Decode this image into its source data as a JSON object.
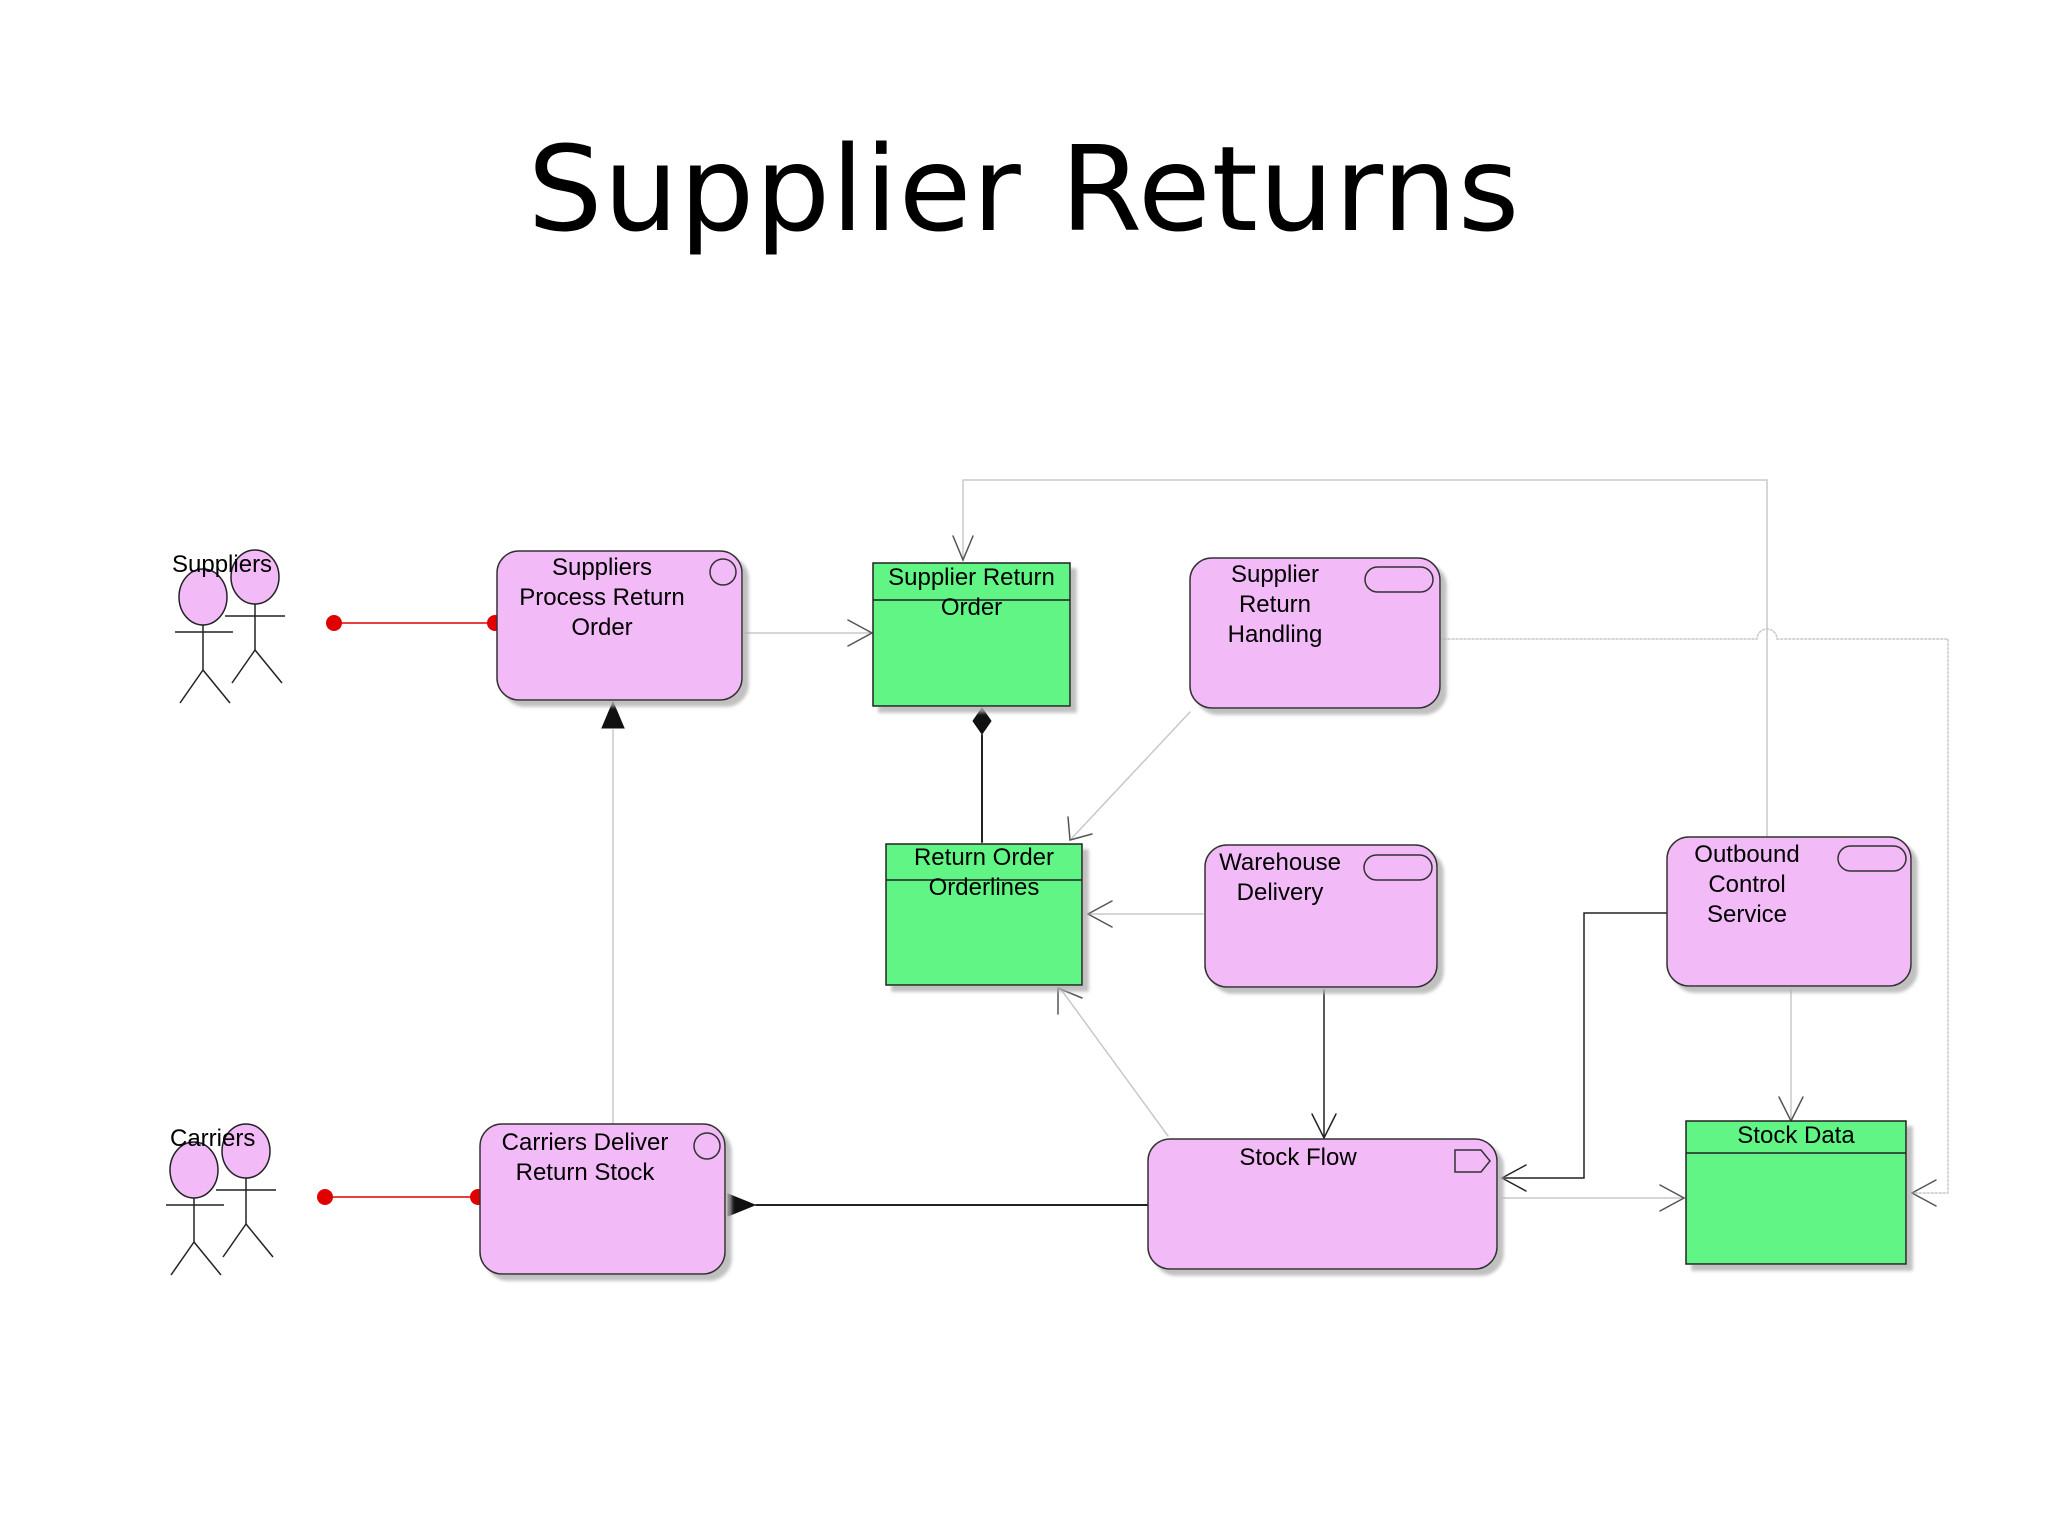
{
  "title": "Supplier Returns",
  "actors": {
    "suppliers": "Suppliers",
    "carriers": "Carriers"
  },
  "nodes": {
    "suppliers_process": {
      "label": "Suppliers\nProcess Return\nOrder",
      "kind": "business-function"
    },
    "supplier_return_order": {
      "label": "Supplier Return\nOrder",
      "kind": "data-object"
    },
    "supplier_return_handling": {
      "label": "Supplier\nReturn\nHandling",
      "kind": "service"
    },
    "return_order_orderlines": {
      "label": "Return Order\nOrderlines",
      "kind": "data-object"
    },
    "warehouse_delivery": {
      "label": "Warehouse\nDelivery",
      "kind": "service"
    },
    "outbound_control_service": {
      "label": "Outbound\nControl\nService",
      "kind": "service"
    },
    "carriers_deliver": {
      "label": "Carriers Deliver\nReturn Stock",
      "kind": "business-function"
    },
    "stock_flow": {
      "label": "Stock Flow",
      "kind": "event"
    },
    "stock_data": {
      "label": "Stock Data",
      "kind": "data-object"
    }
  },
  "colors": {
    "process_fill": "#f2baf7",
    "data_fill": "#61f584",
    "assignment": "#e10000"
  }
}
